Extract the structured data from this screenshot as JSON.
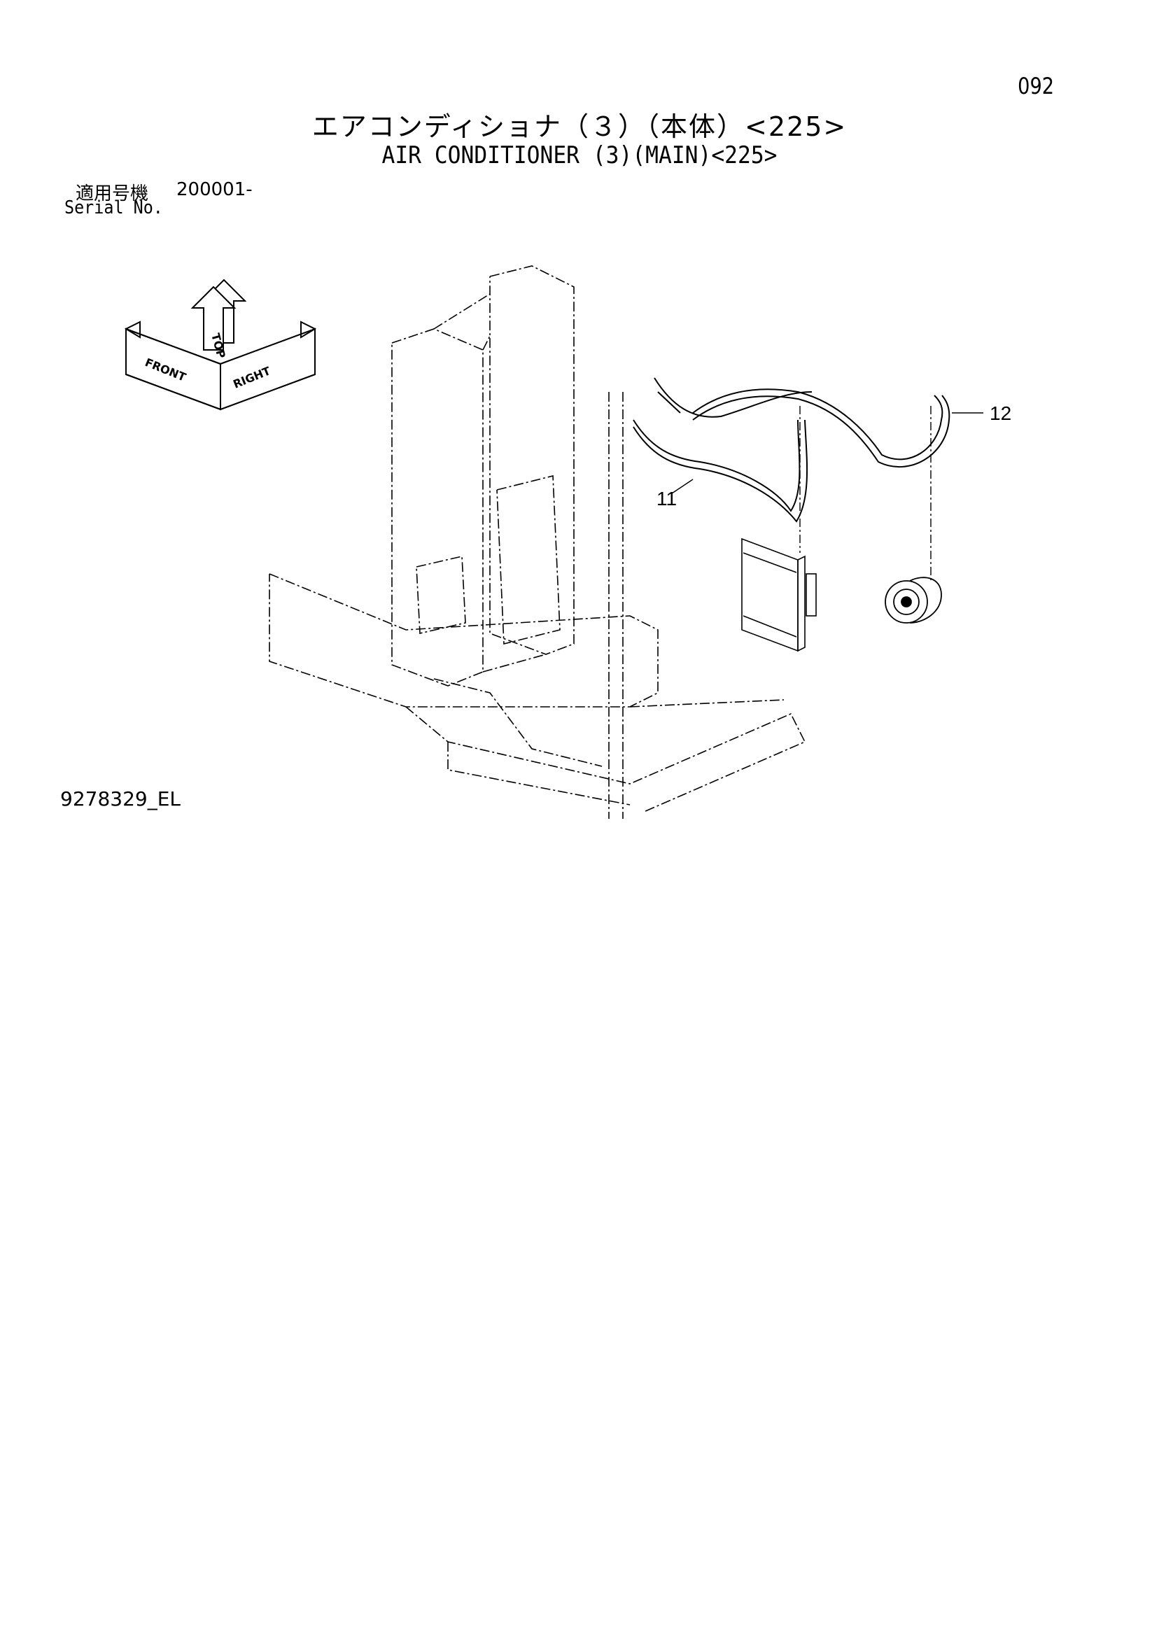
{
  "page_number": "092",
  "title_ja": "エアコンディショナ（３）（本体）<225>",
  "title_en": "AIR CONDITIONER (3)(MAIN)<225>",
  "serial": {
    "label_ja": "適用号機",
    "range": "200001-",
    "label_en": "Serial No."
  },
  "direction_indicator": {
    "top": "TOP",
    "front": "FRONT",
    "right": "RIGHT"
  },
  "callouts": [
    {
      "label": "11"
    },
    {
      "label": "12"
    }
  ],
  "drawing_id": "9278329_EL"
}
